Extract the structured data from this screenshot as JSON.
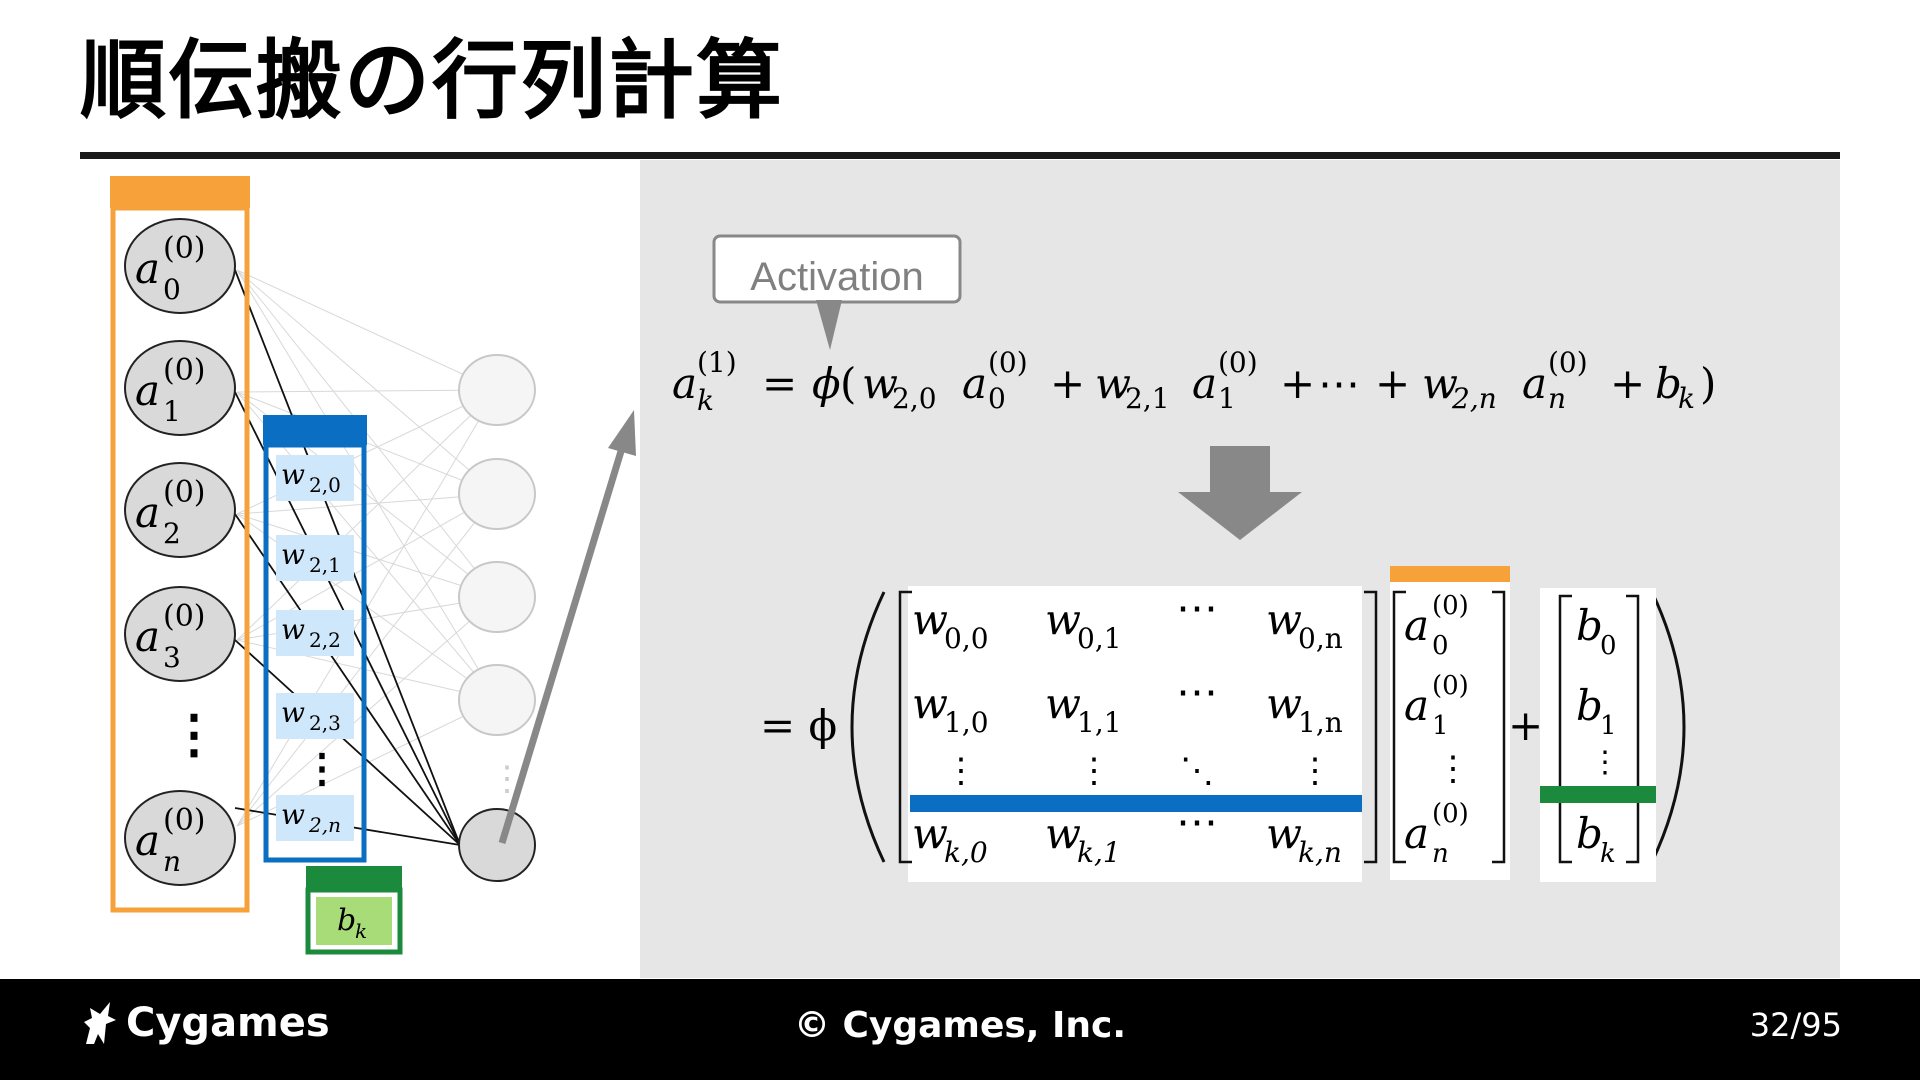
{
  "slide": {
    "title": "順伝搬の行列計算",
    "page": "32/95"
  },
  "footer": {
    "brand": "Cygames",
    "copyright": "© Cygames, Inc."
  },
  "network": {
    "input_nodes": [
      {
        "base": "a",
        "sub": "0",
        "sup": "(0)"
      },
      {
        "base": "a",
        "sub": "1",
        "sup": "(0)"
      },
      {
        "base": "a",
        "sub": "2",
        "sup": "(0)"
      },
      {
        "base": "a",
        "sub": "3",
        "sup": "(0)"
      },
      {
        "base": "a",
        "sub": "n",
        "sup": "(0)"
      }
    ],
    "weights": [
      {
        "base": "w",
        "sub": "2,0"
      },
      {
        "base": "w",
        "sub": "2,1"
      },
      {
        "base": "w",
        "sub": "2,2"
      },
      {
        "base": "w",
        "sub": "2,3"
      },
      {
        "base": "w",
        "sub": "2,n"
      }
    ],
    "bias": {
      "base": "b",
      "sub": "k"
    },
    "ellipsis": "⋮"
  },
  "formula": {
    "callout": "Activation",
    "lhs": {
      "base": "a",
      "sub": "k",
      "sup": "(1)"
    },
    "eq": "=",
    "phi": "ϕ",
    "open_paren": "(",
    "close_paren": ")",
    "terms": [
      {
        "w": "w",
        "wsub": "2,0",
        "a": "a",
        "asub": "0",
        "asup": "(0)"
      },
      {
        "w": "w",
        "wsub": "2,1",
        "a": "a",
        "asub": "1",
        "asup": "(0)"
      },
      {
        "w": "w",
        "wsub": "2,n",
        "a": "a",
        "asub": "n",
        "asup": "(0)"
      }
    ],
    "plus": "+",
    "cdots": "⋯",
    "bias": {
      "base": "b",
      "sub": "k"
    }
  },
  "matrix": {
    "eq": "= ϕ",
    "plus": "+",
    "weight_rows": [
      [
        "0,0",
        "0,1",
        "⋯",
        "0,n"
      ],
      [
        "1,0",
        "1,1",
        "⋯",
        "1,n"
      ],
      [
        "⋮",
        "⋮",
        "⋱",
        "⋮"
      ],
      [
        "k,0",
        "k,1",
        "⋯",
        "k,n"
      ]
    ],
    "activation_vector": [
      {
        "sub": "0",
        "sup": "(0)"
      },
      {
        "sub": "1",
        "sup": "(0)"
      },
      {
        "ellipsis": "⋮"
      },
      {
        "sub": "n",
        "sup": "(0)"
      }
    ],
    "bias_vector": [
      {
        "sub": "0"
      },
      {
        "sub": "1"
      },
      {
        "ellipsis": "⋮"
      },
      {
        "sub": "k"
      }
    ]
  },
  "colors": {
    "orange": "#f7a13b",
    "blue": "#0a6fc2",
    "light_blue": "#cfe7fb",
    "green": "#1c8a3c",
    "light_green": "#a8dc78",
    "panel": "#e6e6e6",
    "arrow_gray": "#888888"
  }
}
